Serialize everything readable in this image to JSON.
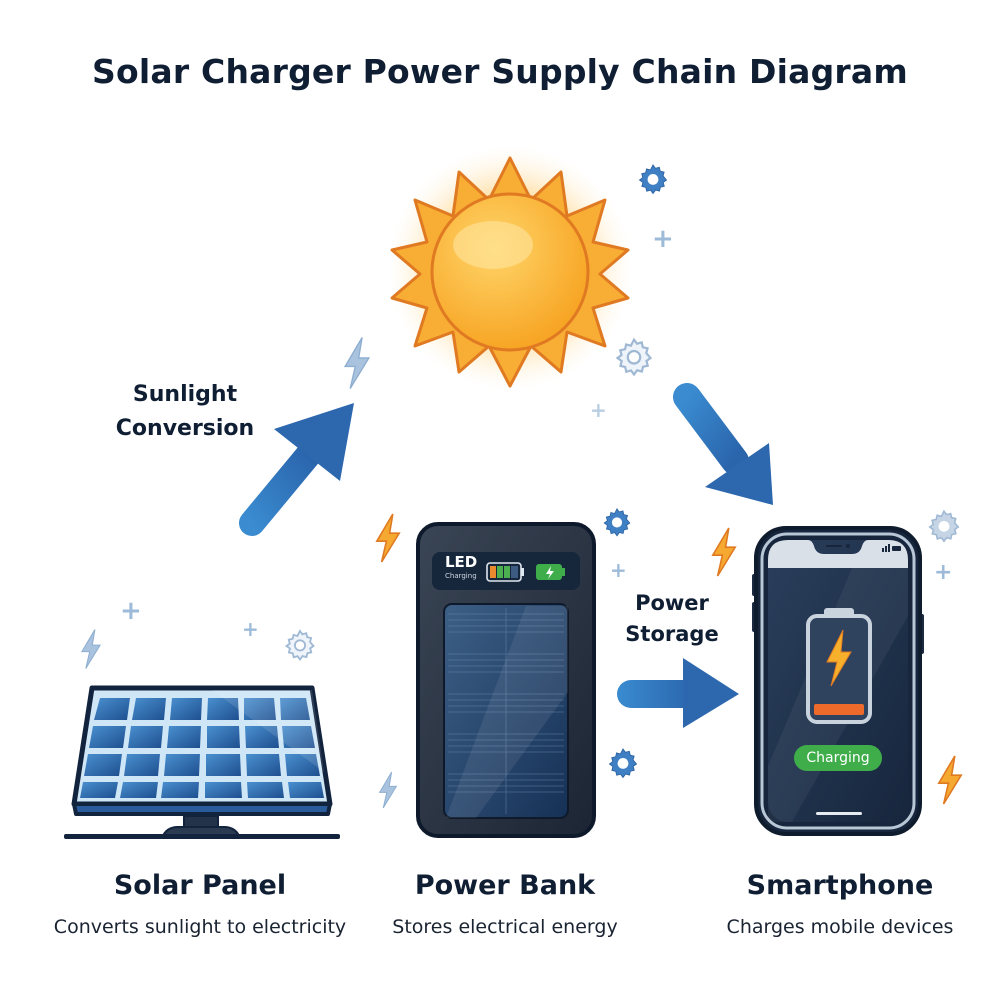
{
  "title": "Solar Charger Power Supply Chain Diagram",
  "flow_labels": {
    "sunlight_conversion": [
      "Sunlight",
      "Conversion"
    ],
    "power_storage": [
      "Power",
      "Storage"
    ]
  },
  "nodes": [
    {
      "id": "sun",
      "label": "",
      "icon": "sun-icon"
    },
    {
      "id": "solar_panel",
      "title": "Solar Panel",
      "description": "Converts sunlight to electricity",
      "icon": "solar-panel-icon"
    },
    {
      "id": "power_bank",
      "title": "Power Bank",
      "description": "Stores electrical energy",
      "icon": "power-bank-icon",
      "display": {
        "led_label": "LED",
        "led_sublabel": "Charging",
        "battery_bars": [
          "#e98a2e",
          "#4caf50",
          "#4caf50",
          "#3d5a80"
        ]
      }
    },
    {
      "id": "smartphone",
      "title": "Smartphone",
      "description": "Charges mobile devices",
      "icon": "smartphone-icon",
      "screen": {
        "status_pill": "Charging",
        "battery_level": "low"
      }
    }
  ],
  "edges": [
    {
      "from": "solar_panel",
      "to": "sun",
      "label": "Sunlight Conversion",
      "direction": "up-right"
    },
    {
      "from": "sun",
      "to": "smartphone",
      "label": "",
      "direction": "down-right"
    },
    {
      "from": "power_bank",
      "to": "smartphone",
      "label": "Power Storage",
      "direction": "right"
    }
  ],
  "colors": {
    "title": "#0f1e33",
    "arrow": "#2f6db5",
    "sun": "#f7a928",
    "sun_outline": "#e07a22",
    "panel": "#2a5b9a",
    "device_body": "#1b2a40",
    "charging_green": "#3fae4a",
    "bolt_orange": "#f29b26",
    "decor_blue": "#8fb0d3"
  }
}
